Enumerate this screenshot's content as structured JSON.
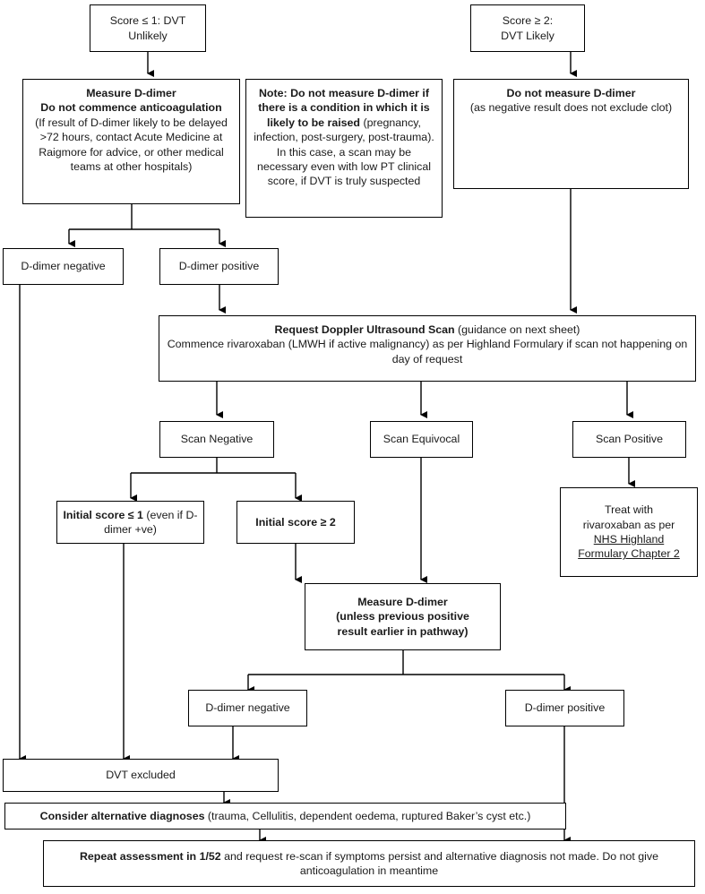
{
  "title": "DVT diagnostic pathway flowchart",
  "theme": {
    "background": "#ffffff",
    "box_border": "#000000",
    "text": "#1a1a1a",
    "connector": "#000000"
  },
  "nodes": {
    "score_low": {
      "lines": [
        "Score ≤ 1: DVT",
        "Unlikely"
      ],
      "bold": false
    },
    "score_high": {
      "lines": [
        "Score ≥ 2:",
        "DVT Likely"
      ],
      "bold": false
    },
    "measure_ddimer_top": {
      "heading1": "Measure D-dimer",
      "heading2": "Do not commence anticoagulation",
      "body": "(If result of D-dimer likely to be delayed >72 hours, contact Acute Medicine at Raigmore for advice, or other medical teams at other hospitals)"
    },
    "note_box": {
      "heading": "Note: Do not measure D-dimer if there is a condition in which it is likely to be raised",
      "body": "(pregnancy, infection, post-surgery, post-trauma). In this case, a scan may be necessary even with low PT clinical score, if DVT is truly suspected"
    },
    "no_ddimer": {
      "heading": "Do not measure D-dimer",
      "body": "(as negative result does not exclude clot)"
    },
    "ddimer_neg_1": {
      "label": "D-dimer negative"
    },
    "ddimer_pos_1": {
      "label": "D-dimer positive"
    },
    "request_doppler": {
      "heading": "Request Doppler Ultrasound  Scan",
      "heading_suffix": " (guidance on next sheet)",
      "body": "Commence rivaroxaban (LMWH if active malignancy) as per Highland Formulary if scan not happening on day of request"
    },
    "scan_negative": {
      "label": "Scan Negative"
    },
    "scan_equivocal": {
      "label": "Scan Equivocal"
    },
    "scan_positive": {
      "label": "Scan Positive"
    },
    "initial_score_low": {
      "bold_part": "Initial score ≤ 1",
      "rest": " (even if D-dimer +ve)"
    },
    "initial_score_high": {
      "label": "Initial score ≥ 2"
    },
    "treat_rivaroxaban": {
      "line1": "Treat  with",
      "line2": "rivaroxaban as per",
      "link_line1": "NHS Highland",
      "link_line2": "Formulary Chapter 2"
    },
    "measure_ddimer_2": {
      "line1": "Measure D-dimer",
      "line2": "(unless previous positive",
      "line3": "result earlier in pathway)"
    },
    "ddimer_neg_2": {
      "label": "D-dimer negative"
    },
    "ddimer_pos_2": {
      "label": "D-dimer positive"
    },
    "dvt_excluded": {
      "label": "DVT excluded"
    },
    "consider_alt": {
      "bold_part": "Consider alternative diagnoses",
      "rest": " (trauma, Cellulitis, dependent oedema, ruptured Baker’s cyst etc.)"
    },
    "repeat_assessment": {
      "bold_part": "Repeat assessment  in 1/52",
      "rest": " and request re-scan if symptoms persist and alternative diagnosis not made. Do not give anticoagulation in meantime"
    }
  }
}
